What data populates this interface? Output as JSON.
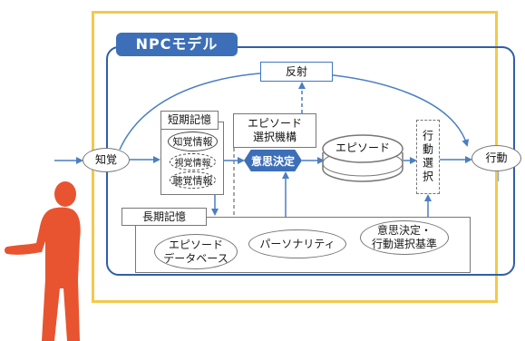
{
  "diagram": {
    "title": "NPCモデル",
    "nodes": {
      "perception": "知覚",
      "action": "行動",
      "reflex": "反射",
      "short_term_memory": "短期記憶",
      "perception_info": "知覚情報",
      "visual_info": "視覚情報",
      "auditory_info": "聴覚情報",
      "episode_selection_line1": "エピソード",
      "episode_selection_line2": "選択機構",
      "decision": "意思決定",
      "episode": "エピソード",
      "action_selection": "行動選択",
      "long_term_memory": "長期記憶",
      "episode_db_line1": "エピソード",
      "episode_db_line2": "データベース",
      "personality": "パーソナリティ",
      "decision_criteria_line1": "意思決定・",
      "decision_criteria_line2": "行動選択基準"
    },
    "colors": {
      "frame": "#f2c94c",
      "model_border": "#2f5fa7",
      "accent": "#3d6fb8",
      "arrow": "#4a7fc1",
      "person": "#e8542f"
    }
  }
}
